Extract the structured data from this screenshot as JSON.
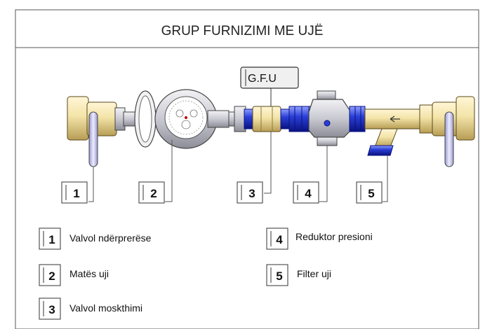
{
  "title": "GRUP FURNIZIMI ME UJË",
  "gfu_label": "G.F.U",
  "callouts": [
    "1",
    "2",
    "3",
    "4",
    "5"
  ],
  "legend": [
    {
      "num": "1",
      "text": "Valvol  ndërprerëse"
    },
    {
      "num": "2",
      "text": "Matës uji"
    },
    {
      "num": "3",
      "text": "Valvol moskthimi"
    },
    {
      "num": "4",
      "text": "Reduktor presioni"
    },
    {
      "num": "5",
      "text": "Filter uji"
    }
  ],
  "colors": {
    "brass": "#e8d9a0",
    "blue": "#2a3fd6",
    "grey": "#c9c9d2",
    "handle": "#c8c8e8"
  }
}
